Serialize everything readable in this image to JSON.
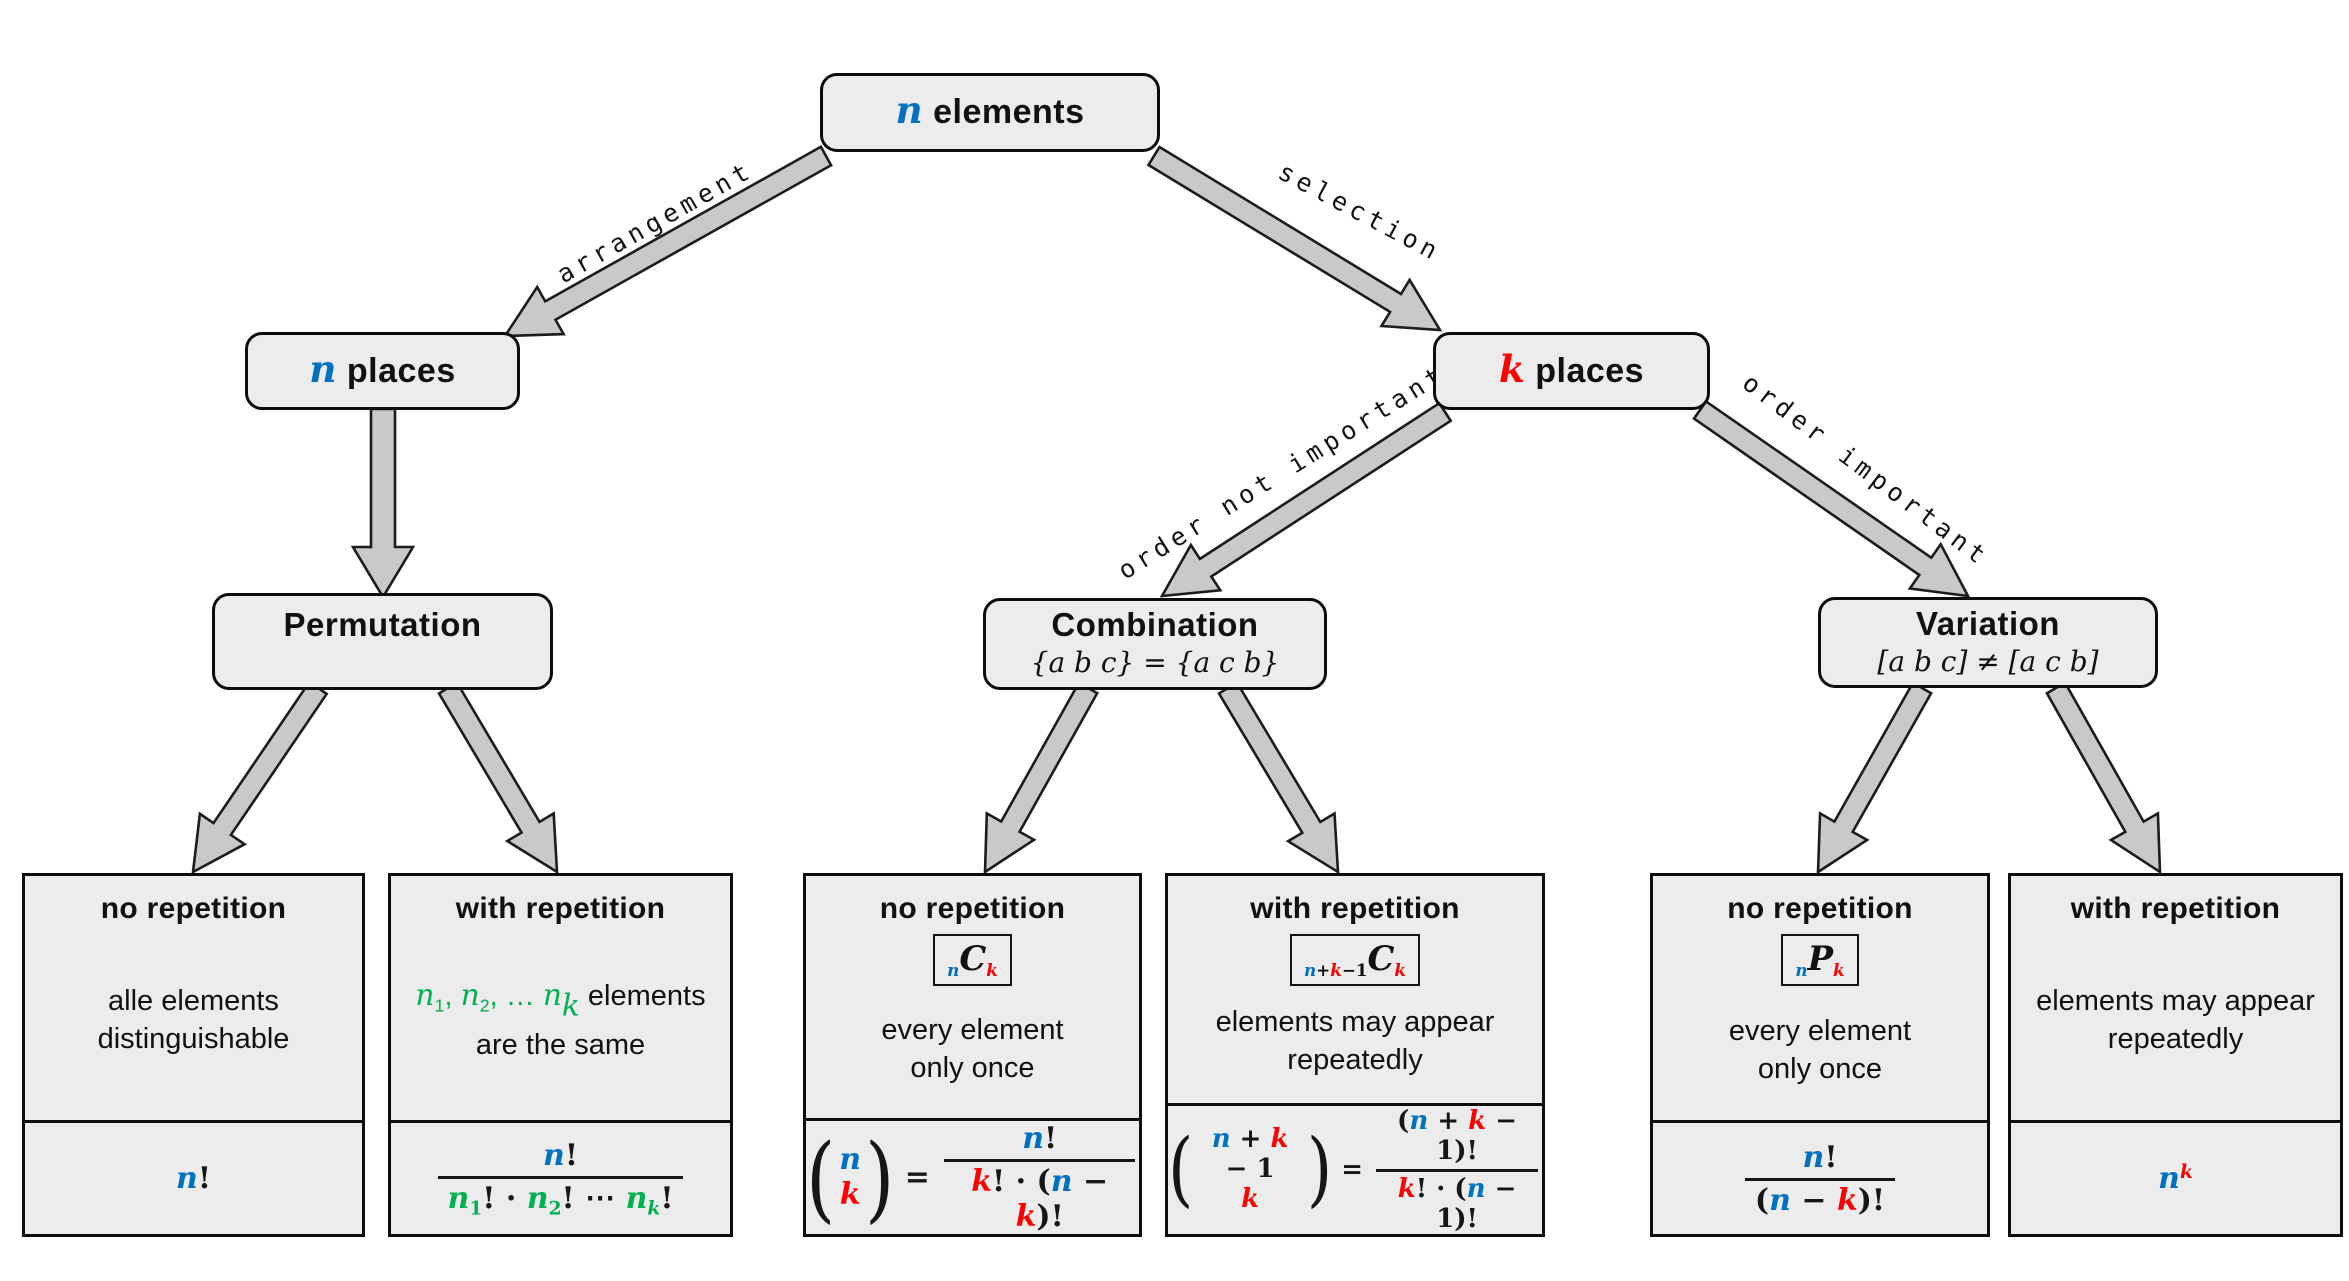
{
  "colors": {
    "blue": "#0070C0",
    "red": "#FE0000",
    "green": "#00B050"
  },
  "nodes": {
    "root": {
      "title": [
        {
          "t": "n",
          "c": "blue",
          "v": 1
        },
        {
          "t": " elements"
        }
      ]
    },
    "n_places": {
      "title": [
        {
          "t": "n",
          "c": "blue",
          "v": 1
        },
        {
          "t": " places"
        }
      ]
    },
    "k_places": {
      "title": [
        {
          "t": "k",
          "c": "red",
          "v": 1
        },
        {
          "t": " places"
        }
      ]
    },
    "permutation": {
      "title": "Permutation",
      "subtitle": ""
    },
    "combination": {
      "title": "Combination",
      "subtitle": "{a b c} = {a c b}"
    },
    "variation": {
      "title": "Variation",
      "subtitle": "[a b c] ≠ [a c b]"
    }
  },
  "edges": {
    "arrangement": "arrangement",
    "selection": "selection",
    "order_not_important": "order not important",
    "order_important": "order important"
  },
  "leaves": [
    {
      "header": "no repetition",
      "badge": null,
      "desc": [
        [
          {
            "t": "alle elements"
          }
        ],
        [
          {
            "t": "distinguishable"
          }
        ]
      ],
      "formula": [
        {
          "runs": [
            {
              "t": "n",
              "c": "blue",
              "v": 1
            },
            {
              "t": "!"
            }
          ]
        }
      ]
    },
    {
      "header": "with repetition",
      "badge": null,
      "desc": [
        [
          {
            "t": "n",
            "c": "green",
            "v": 1
          },
          {
            "t": "1",
            "c": "green",
            "sub": 1
          },
          {
            "t": ", ",
            "c": "green"
          },
          {
            "t": "n",
            "c": "green",
            "v": 1
          },
          {
            "t": "2",
            "c": "green",
            "sub": 1
          },
          {
            "t": ", … ",
            "c": "green"
          },
          {
            "t": "n",
            "c": "green",
            "v": 1
          },
          {
            "t": "k",
            "c": "green",
            "v": 1,
            "sub": 1
          },
          {
            "t": " elements"
          }
        ],
        [
          {
            "t": "are the same"
          }
        ]
      ],
      "formula": [
        {
          "frac": {
            "num": [
              {
                "t": "n",
                "c": "blue",
                "v": 1
              },
              {
                "t": "!"
              }
            ],
            "den": [
              {
                "t": "n",
                "c": "green",
                "v": 1
              },
              {
                "t": "1",
                "c": "green",
                "sub": 1
              },
              {
                "t": "! · "
              },
              {
                "t": "n",
                "c": "green",
                "v": 1
              },
              {
                "t": "2",
                "c": "green",
                "sub": 1
              },
              {
                "t": "! ⋯ "
              },
              {
                "t": "n",
                "c": "green",
                "v": 1
              },
              {
                "t": "k",
                "c": "green",
                "v": 1,
                "sub": 1
              },
              {
                "t": "!"
              }
            ]
          }
        }
      ]
    },
    {
      "header": "no repetition",
      "badge": [
        {
          "t": "n",
          "c": "blue",
          "v": 1,
          "sub": 1
        },
        {
          "t": "C",
          "v": 1,
          "big": 1
        },
        {
          "t": "k",
          "c": "red",
          "v": 1,
          "sub": 1
        }
      ],
      "desc": [
        [
          {
            "t": "every element"
          }
        ],
        [
          {
            "t": "only once"
          }
        ]
      ],
      "formula": [
        {
          "binom": {
            "top": [
              {
                "t": "n",
                "c": "blue",
                "v": 1
              }
            ],
            "bot": [
              {
                "t": "k",
                "c": "red",
                "v": 1
              }
            ]
          }
        },
        {
          "runs": [
            {
              "t": " = "
            }
          ]
        },
        {
          "frac": {
            "num": [
              {
                "t": "n",
                "c": "blue",
                "v": 1
              },
              {
                "t": "!"
              }
            ],
            "den": [
              {
                "t": "k",
                "c": "red",
                "v": 1
              },
              {
                "t": "! · ("
              },
              {
                "t": "n",
                "c": "blue",
                "v": 1
              },
              {
                "t": " − "
              },
              {
                "t": "k",
                "c": "red",
                "v": 1
              },
              {
                "t": ")!"
              }
            ]
          }
        }
      ]
    },
    {
      "header": "with repetition",
      "badge": [
        {
          "t": "n",
          "c": "blue",
          "v": 1,
          "sub": 1
        },
        {
          "t": "+",
          "sub": 1
        },
        {
          "t": "k",
          "c": "red",
          "v": 1,
          "sub": 1
        },
        {
          "t": "−",
          "sub": 1
        },
        {
          "t": "1",
          "sub": 1
        },
        {
          "t": "C",
          "v": 1,
          "big": 1
        },
        {
          "t": "k",
          "c": "red",
          "v": 1,
          "sub": 1
        }
      ],
      "desc": [
        [
          {
            "t": "elements may appear"
          }
        ],
        [
          {
            "t": "repeatedly"
          }
        ]
      ],
      "formula": [
        {
          "binom": {
            "top": [
              {
                "t": "n",
                "c": "blue",
                "v": 1
              },
              {
                "t": " + "
              },
              {
                "t": "k",
                "c": "red",
                "v": 1
              },
              {
                "t": " − "
              },
              {
                "t": "1"
              }
            ],
            "bot": [
              {
                "t": "k",
                "c": "red",
                "v": 1
              }
            ]
          }
        },
        {
          "runs": [
            {
              "t": " = "
            }
          ]
        },
        {
          "frac": {
            "num": [
              {
                "t": "("
              },
              {
                "t": "n",
                "c": "blue",
                "v": 1
              },
              {
                "t": " + "
              },
              {
                "t": "k",
                "c": "red",
                "v": 1
              },
              {
                "t": " − 1)!"
              }
            ],
            "den": [
              {
                "t": "k",
                "c": "red",
                "v": 1
              },
              {
                "t": "! · ("
              },
              {
                "t": "n",
                "c": "blue",
                "v": 1
              },
              {
                "t": " − 1)!"
              }
            ]
          }
        }
      ]
    },
    {
      "header": "no repetition",
      "badge": [
        {
          "t": "n",
          "c": "blue",
          "v": 1,
          "sub": 1
        },
        {
          "t": "P",
          "v": 1,
          "big": 1
        },
        {
          "t": "k",
          "c": "red",
          "v": 1,
          "sub": 1
        }
      ],
      "desc": [
        [
          {
            "t": "every element"
          }
        ],
        [
          {
            "t": "only once"
          }
        ]
      ],
      "formula": [
        {
          "frac": {
            "num": [
              {
                "t": "n",
                "c": "blue",
                "v": 1
              },
              {
                "t": "!"
              }
            ],
            "den": [
              {
                "t": "("
              },
              {
                "t": "n",
                "c": "blue",
                "v": 1
              },
              {
                "t": " − "
              },
              {
                "t": "k",
                "c": "red",
                "v": 1
              },
              {
                "t": ")!"
              }
            ]
          }
        }
      ]
    },
    {
      "header": "with repetition",
      "badge": null,
      "desc": [
        [
          {
            "t": "elements may appear"
          }
        ],
        [
          {
            "t": "repeatedly"
          }
        ]
      ],
      "formula": [
        {
          "runs": [
            {
              "t": "n",
              "c": "blue",
              "v": 1
            },
            {
              "t": "k",
              "c": "red",
              "v": 1,
              "sup": 1
            }
          ]
        }
      ]
    }
  ]
}
